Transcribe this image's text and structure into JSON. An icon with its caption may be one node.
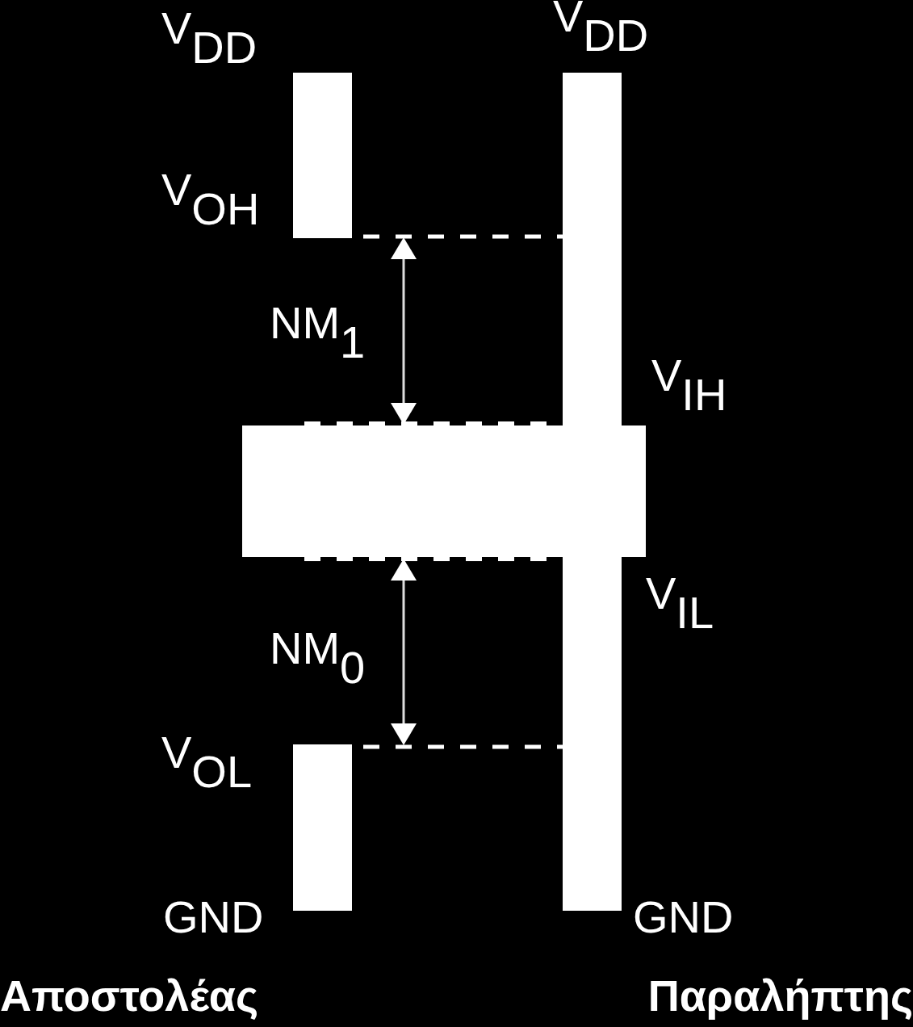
{
  "diagram": {
    "nodes": [
      {
        "text": [],
        "shape": "bar",
        "beside": [
          "V$_{DD}$",
          "V$_{OH}$"
        ]
      },
      {
        "text": [],
        "shape": "bar",
        "beside": [
          "V$_{DD}$",
          "V$_{IH}$",
          "V$_{IL}$",
          "GND"
        ]
      },
      {
        "text": [],
        "shape": "bar"
      },
      {
        "text": [],
        "shape": "bar",
        "beside": [
          "V$_{OL}$",
          "GND"
        ]
      }
    ],
    "labels": [
      "NM$_{1}$",
      "NM$_{0}$",
      "Αποστολέας",
      "Παραλήπτης"
    ]
  }
}
